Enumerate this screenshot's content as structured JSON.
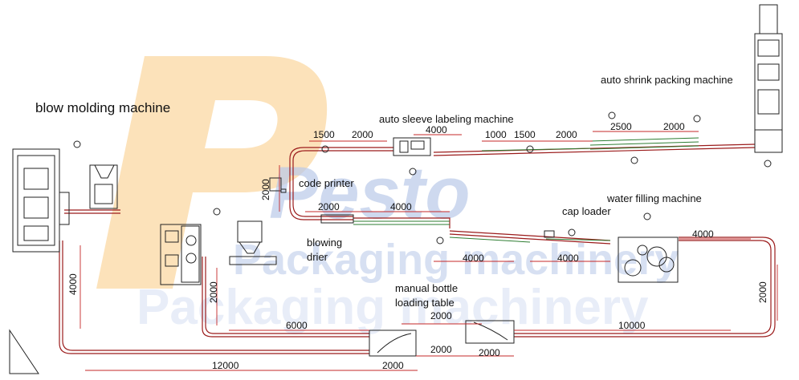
{
  "colors": {
    "line": "#9b1b1b",
    "dim": "#c62828",
    "machine": "#222222",
    "conveyor": "#2e7d32",
    "watermark_orange": "#f6b34c",
    "watermark_blue": "#9fb6e0"
  },
  "watermark": {
    "brand": "Pesto",
    "line1": "Packaging machinery",
    "line2": "Packaging machinery"
  },
  "labels": {
    "blow_molding": "blow molding machine",
    "auto_sleeve": "auto sleeve labeling machine",
    "auto_shrink": "auto shrink packing machine",
    "code_printer": "code printer",
    "blowing_drier_1": "blowing",
    "blowing_drier_2": "drier",
    "cap_loader": "cap loader",
    "water_filling": "water filling machine",
    "manual_1": "manual bottle",
    "manual_2": "loading table"
  },
  "dimensions": {
    "d1500a": "1500",
    "d2000a": "2000",
    "d4000a": "4000",
    "d1000": "1000",
    "d1500b": "1500",
    "d2000b": "2000",
    "d2500": "2500",
    "d2000c": "2000",
    "d2000v_left": "2000",
    "d2000_mid": "2000",
    "d4000_mid": "4000",
    "d4000_right_top": "4000",
    "d4000_v_left": "4000",
    "d2000_v_mid": "2000",
    "d4000_lower_a": "4000",
    "d4000_lower_b": "4000",
    "d2000_v_right": "2000",
    "d6000": "6000",
    "d2000_manual": "2000",
    "d10000": "10000",
    "d2000_b1": "2000",
    "d2000_b2": "2000",
    "d12000": "12000",
    "d2000_b3": "2000"
  }
}
